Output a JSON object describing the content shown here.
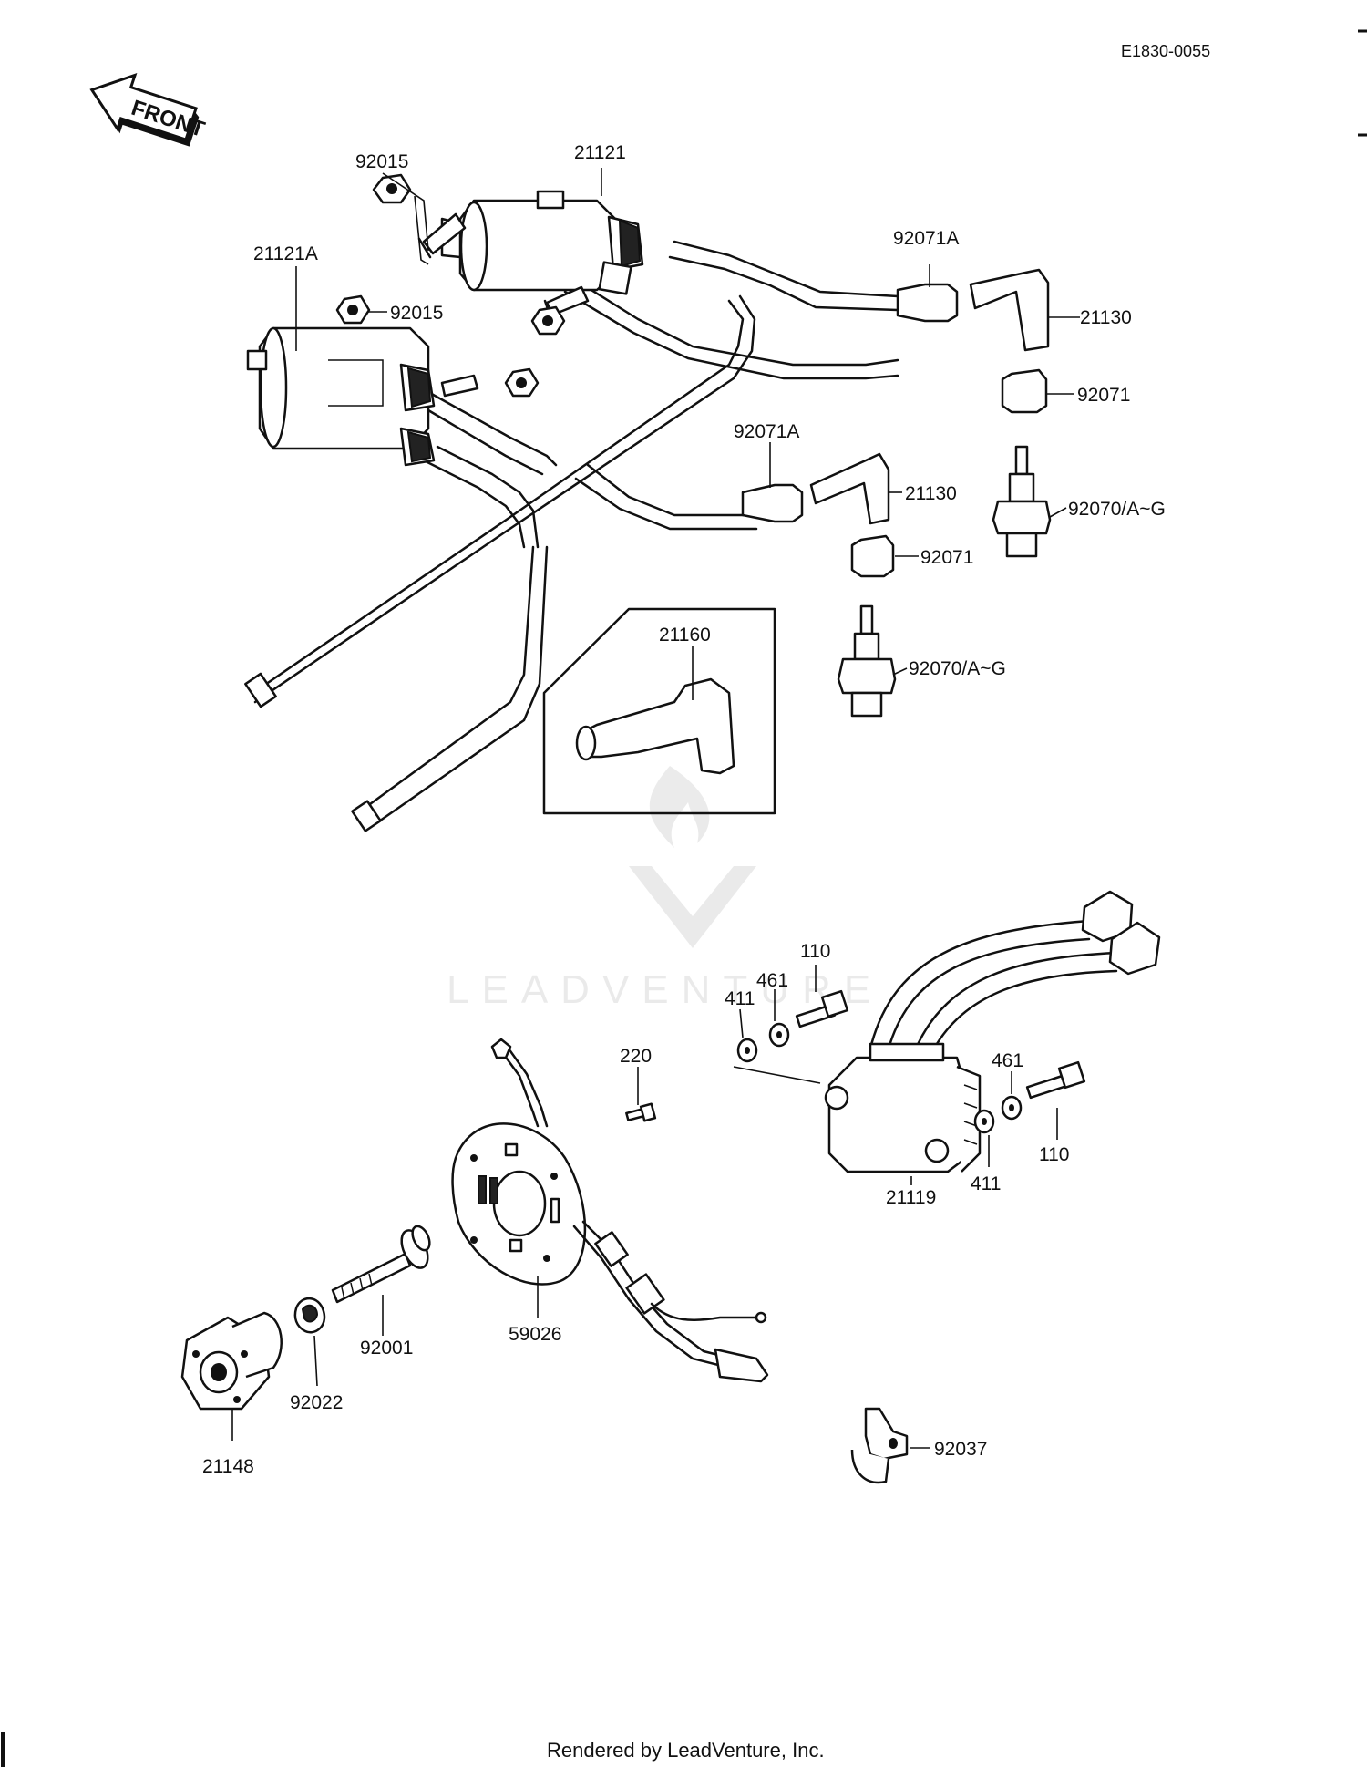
{
  "doc_code": "E1830-0055",
  "front_label": "FRONT",
  "watermark": "LEADVENTURE",
  "footer": "Rendered by LeadVenture, Inc.",
  "parts": [
    {
      "id": "p-92015-a",
      "label": "92015"
    },
    {
      "id": "p-21121",
      "label": "21121"
    },
    {
      "id": "p-21121a",
      "label": "21121A"
    },
    {
      "id": "p-92015-b",
      "label": "92015"
    },
    {
      "id": "p-92071a-a",
      "label": "92071A"
    },
    {
      "id": "p-21130-a",
      "label": "21130"
    },
    {
      "id": "p-92071-a",
      "label": "92071"
    },
    {
      "id": "p-92071a-b",
      "label": "92071A"
    },
    {
      "id": "p-21130-b",
      "label": "21130"
    },
    {
      "id": "p-92070-a",
      "label": "92070/A~G"
    },
    {
      "id": "p-92071-b",
      "label": "92071"
    },
    {
      "id": "p-21160",
      "label": "21160"
    },
    {
      "id": "p-92070-b",
      "label": "92070/A~G"
    },
    {
      "id": "p-110-a",
      "label": "110"
    },
    {
      "id": "p-461-a",
      "label": "461"
    },
    {
      "id": "p-411-a",
      "label": "411"
    },
    {
      "id": "p-220",
      "label": "220"
    },
    {
      "id": "p-461-b",
      "label": "461"
    },
    {
      "id": "p-110-b",
      "label": "110"
    },
    {
      "id": "p-411-b",
      "label": "411"
    },
    {
      "id": "p-21119",
      "label": "21119"
    },
    {
      "id": "p-92001",
      "label": "92001"
    },
    {
      "id": "p-59026",
      "label": "59026"
    },
    {
      "id": "p-92022",
      "label": "92022"
    },
    {
      "id": "p-21148",
      "label": "21148"
    },
    {
      "id": "p-92037",
      "label": "92037"
    }
  ]
}
